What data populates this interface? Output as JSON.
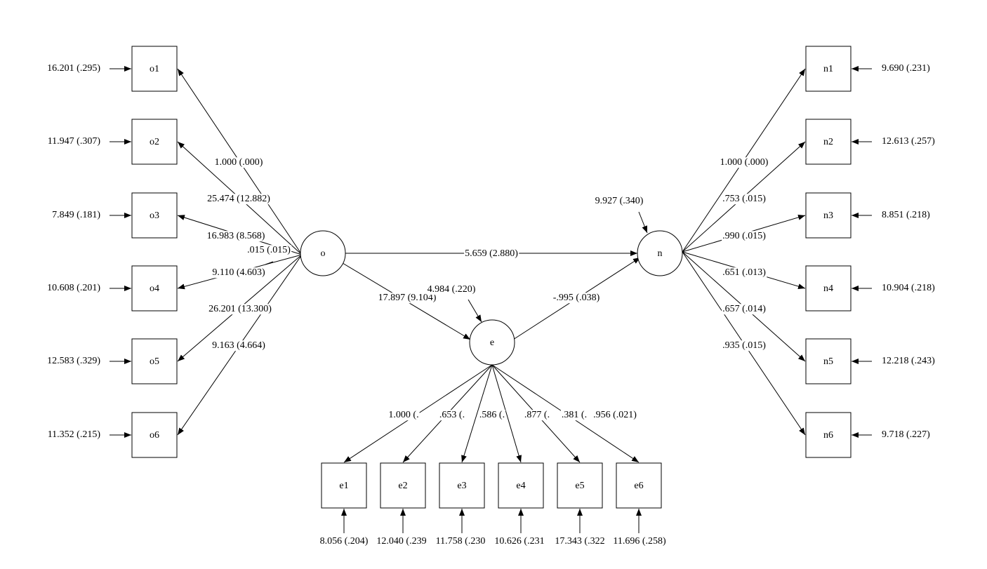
{
  "diagram": {
    "latents": [
      {
        "id": "o",
        "label": "o",
        "variance": "",
        "variance_label": ""
      },
      {
        "id": "e",
        "label": "e",
        "variance_label": "4.984 (.220)"
      },
      {
        "id": "n",
        "label": "n",
        "variance_label": "9.927 (.340)"
      }
    ],
    "indicators": {
      "o": [
        {
          "label": "o1",
          "loading": "1.000 (.000)",
          "error": "16.201 (.295)"
        },
        {
          "label": "o2",
          "loading": "25.474 (12.882)",
          "error": "11.947 (.307)"
        },
        {
          "label": "o3",
          "loading": "16.983 (8.568)",
          "error": "7.849 (.181)"
        },
        {
          "label": "o4",
          "loading": "9.110 (4.603)",
          "error": "10.608 (.201)"
        },
        {
          "label": "o5",
          "loading": "26.201 (13.300)",
          "error": "12.583 (.329)"
        },
        {
          "label": "o6",
          "loading": "9.163 (4.664)",
          "error": "11.352 (.215)"
        }
      ],
      "o_extra_label": ".015 (.015)",
      "n": [
        {
          "label": "n1",
          "loading": "1.000 (.000)",
          "error": "9.690 (.231)"
        },
        {
          "label": "n2",
          "loading": ".753 (.015)",
          "error": "12.613 (.257)"
        },
        {
          "label": "n3",
          "loading": ".990 (.015)",
          "error": "8.851 (.218)"
        },
        {
          "label": "n4",
          "loading": ".651 (.013)",
          "error": "10.904 (.218)"
        },
        {
          "label": "n5",
          "loading": ".657 (.014)",
          "error": "12.218 (.243)"
        },
        {
          "label": "n6",
          "loading": ".935 (.015)",
          "error": "9.718 (.227)"
        }
      ],
      "e": [
        {
          "label": "e1",
          "loading": "1.000 (.",
          "error": "8.056 (.204)"
        },
        {
          "label": "e2",
          "loading": ".653 (.",
          "error": "12.040 (.239"
        },
        {
          "label": "e3",
          "loading": ".586 (.",
          "error": "11.758 (.230"
        },
        {
          "label": "e4",
          "loading": ".877 (.",
          "error": "10.626 (.231"
        },
        {
          "label": "e5",
          "loading": ".381 (.",
          "error": "17.343 (.322"
        },
        {
          "label": "e6",
          "loading": ".956 (.021)",
          "error": "11.696 (.258)"
        }
      ]
    },
    "paths": [
      {
        "from": "o",
        "to": "n",
        "label": "5.659 (2.880)"
      },
      {
        "from": "o",
        "to": "e",
        "label": "17.897 (9.104)"
      },
      {
        "from": "e",
        "to": "n",
        "label": "-.995 (.038)"
      }
    ]
  }
}
